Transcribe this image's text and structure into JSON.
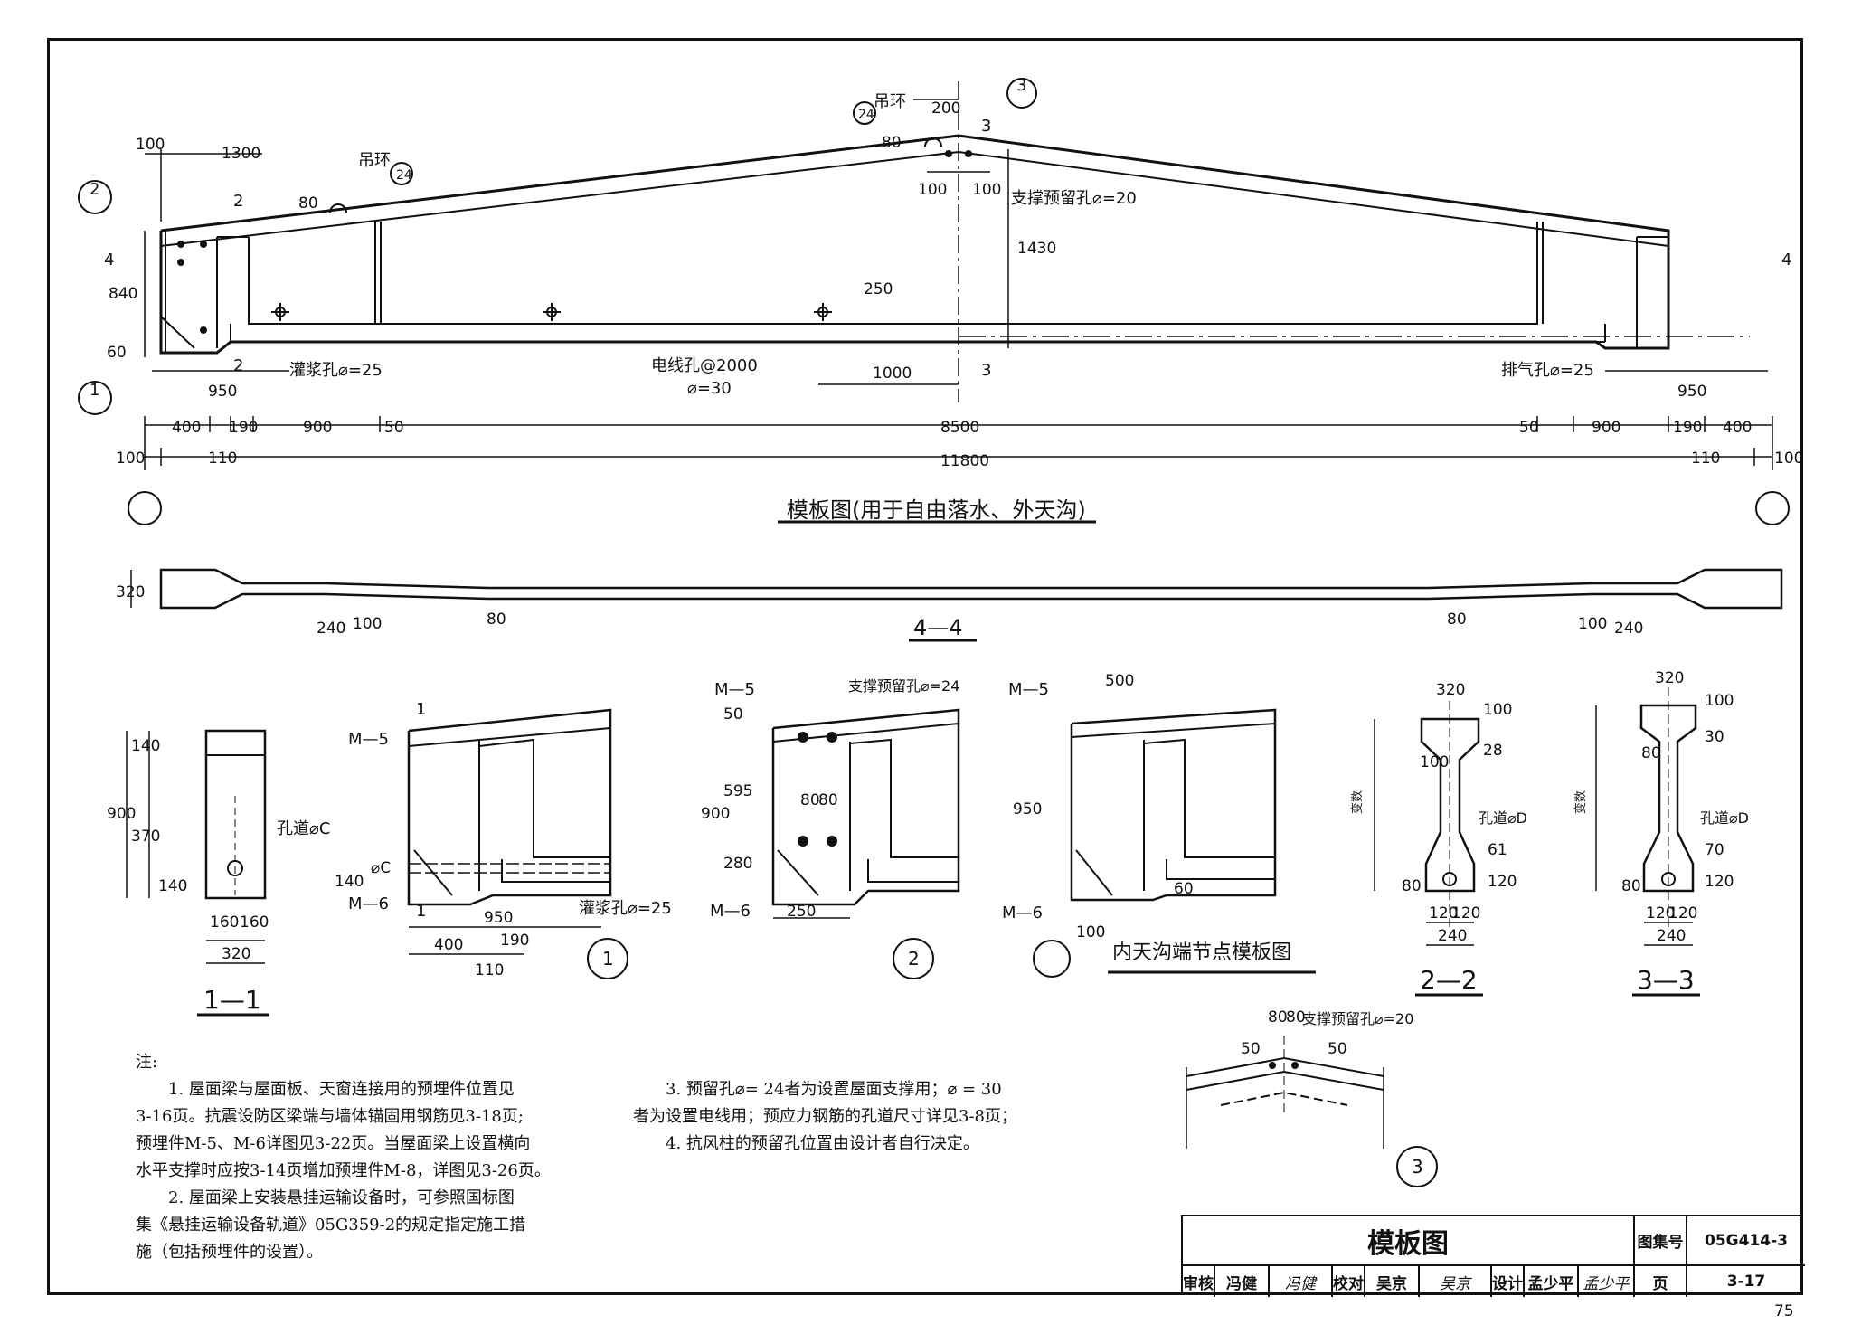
{
  "drawing": {
    "main_view_title": "模板图(用于自由落水、外天沟)",
    "section_4_title": "4—4",
    "inner_gutter_title": "内天沟端节点模板图",
    "section_1_title": "1—1",
    "section_2_title": "2—2",
    "section_3_title": "3—3"
  },
  "labels": {
    "lifting_ring": "吊环",
    "lifting_ring_ref": "24",
    "bracing_hole_20": "支撑预留孔⌀=20",
    "bracing_hole_24": "支撑预留孔⌀=24",
    "grout_hole": "灌浆孔⌀=25",
    "vent_hole": "排气孔⌀=25",
    "wire_hole_1": "电线孔@2000",
    "wire_hole_2": "⌀=30",
    "duct_c": "孔道⌀C",
    "duct_d": "孔道⌀D",
    "m5": "M—5",
    "m6": "M—6",
    "variable": "变数",
    "phi_c": "⌀C",
    "callout_1": "1",
    "callout_2": "2",
    "callout_3": "3",
    "callout_1_frac": "—",
    "section_mark_2": "2",
    "section_mark_3": "3",
    "section_mark_4": "4",
    "section_mark_1": "1"
  },
  "dimensions": {
    "d100": "100",
    "d1300": "1300",
    "d80": "80",
    "d200": "200",
    "d840": "840",
    "d60": "60",
    "d1430": "1430",
    "d250": "250",
    "d950": "950",
    "d1000": "1000",
    "d400": "400",
    "d190": "190",
    "d900": "900",
    "d50": "50",
    "d8500": "8500",
    "d110": "110",
    "d11800": "11800",
    "d320": "320",
    "d240": "240",
    "d140": "140",
    "d370": "370",
    "d160": "160",
    "d500": "500",
    "d595": "595",
    "d280": "280",
    "d28": "28",
    "d61": "61",
    "d120": "120",
    "d30": "30",
    "d70": "70"
  },
  "notes": {
    "heading": "注:",
    "n1a": "1. 屋面梁与屋面板、天窗连接用的预埋件位置见",
    "n1b": "3-16页。抗震设防区梁端与墙体锚固用钢筋见3-18页;",
    "n1c": "预埋件M-5、M-6详图见3-22页。当屋面梁上设置横向",
    "n1d": "水平支撑时应按3-14页增加预埋件M-8，详图见3-26页。",
    "n2a": "2. 屋面梁上安装悬挂运输设备时，可参照国标图",
    "n2b": "集《悬挂运输设备轨道》05G359-2的规定指定施工措",
    "n2c": "施（包括预埋件的设置）。",
    "n3a": "3. 预留孔⌀= 24者为设置屋面支撑用；⌀ = 30",
    "n3b": "者为设置电线用；预应力钢筋的孔道尺寸详见3-8页；",
    "n4": "4. 抗风柱的预留孔位置由设计者自行决定。"
  },
  "title_block": {
    "title": "模板图",
    "atlas_label": "图集号",
    "atlas_no": "05G414-3",
    "review_label": "审核",
    "reviewer": "冯健",
    "reviewer_sig": "冯健",
    "check_label": "校对",
    "checker": "吴京",
    "checker_sig": "吴京",
    "design_label": "设计",
    "designer": "孟少平",
    "designer_sig": "孟少平",
    "page_label": "页",
    "page": "3-17"
  },
  "page_number": "75"
}
